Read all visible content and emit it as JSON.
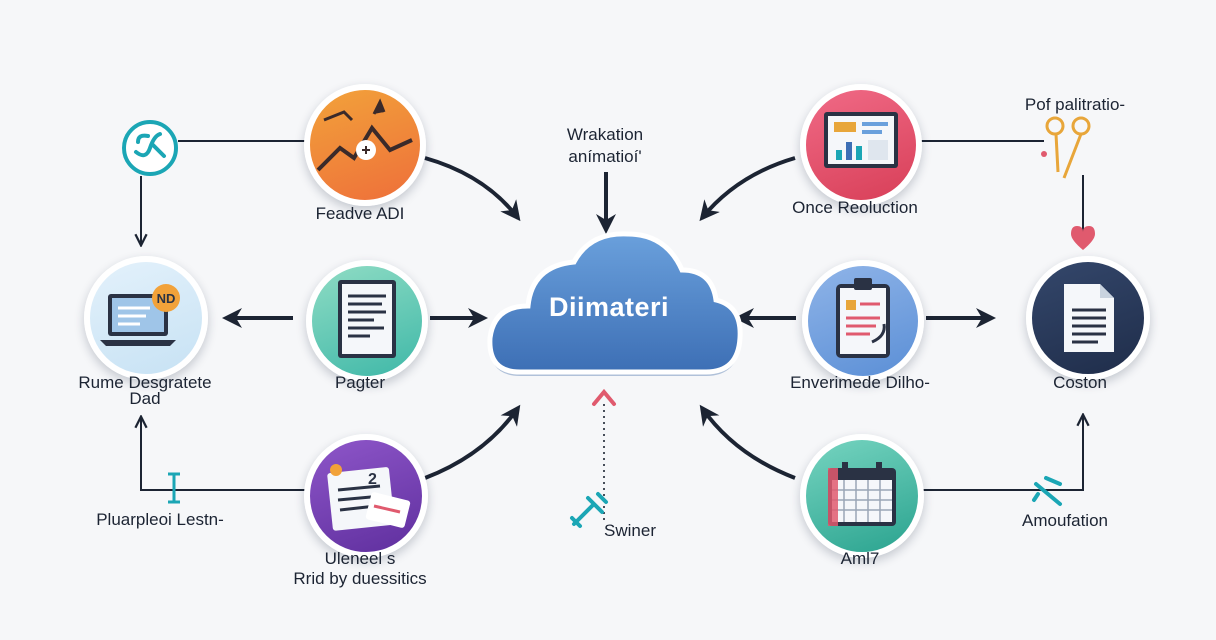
{
  "center": {
    "title": "Diimateri",
    "top_label_1": "Wrakation",
    "top_label_2": "anímatioí'",
    "bottom_label": "Swiner"
  },
  "nodes": {
    "feadve": {
      "label": "Feadve ADI"
    },
    "once": {
      "label": "Once Reoluction"
    },
    "pagter": {
      "label": "Pagter"
    },
    "enverimede": {
      "label": "Enverimede Dilho-"
    },
    "uleneel": {
      "label_1": "Uleneel s",
      "label_2": "Rrid by duessitics"
    },
    "aml7": {
      "label": "Aml7"
    },
    "rume": {
      "label_1": "Rume Desgratete",
      "label_2": "Dad"
    },
    "coston": {
      "label": "Coston"
    },
    "pof": {
      "label": "Pof palitratio-"
    },
    "pluarpleoi": {
      "label": "Pluarpleoi Lestn-"
    },
    "amoufation": {
      "label": "Amoufation"
    }
  },
  "colors": {
    "arrow": "#1c2433",
    "cloud_top": "#6aa0dc",
    "cloud_bottom": "#3d6fb5",
    "accent_pink": "#e05a6e",
    "accent_teal": "#1ba6b5",
    "accent_gold": "#e8a63a"
  }
}
